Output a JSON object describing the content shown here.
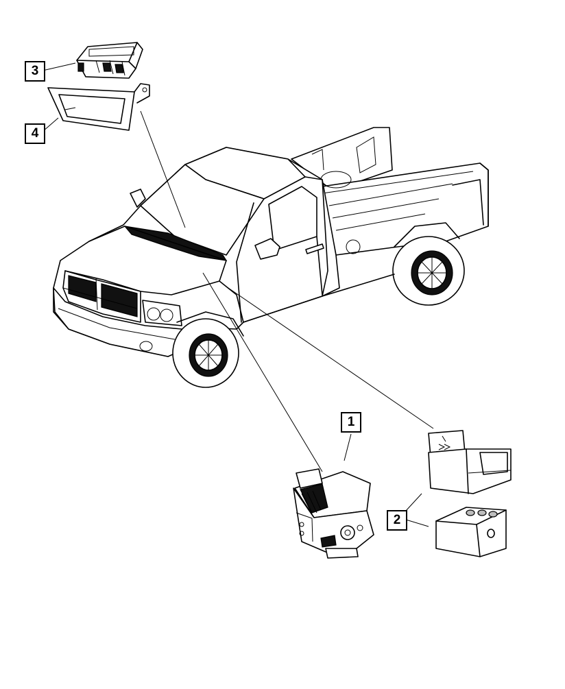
{
  "callouts": [
    {
      "id": "1",
      "label": "1"
    },
    {
      "id": "2",
      "label": "2"
    },
    {
      "id": "3",
      "label": "3"
    },
    {
      "id": "4",
      "label": "4"
    }
  ],
  "icons": [
    "pickup-truck-icon",
    "abs-module-icon",
    "control-module-icon",
    "mounting-bracket-icon"
  ]
}
